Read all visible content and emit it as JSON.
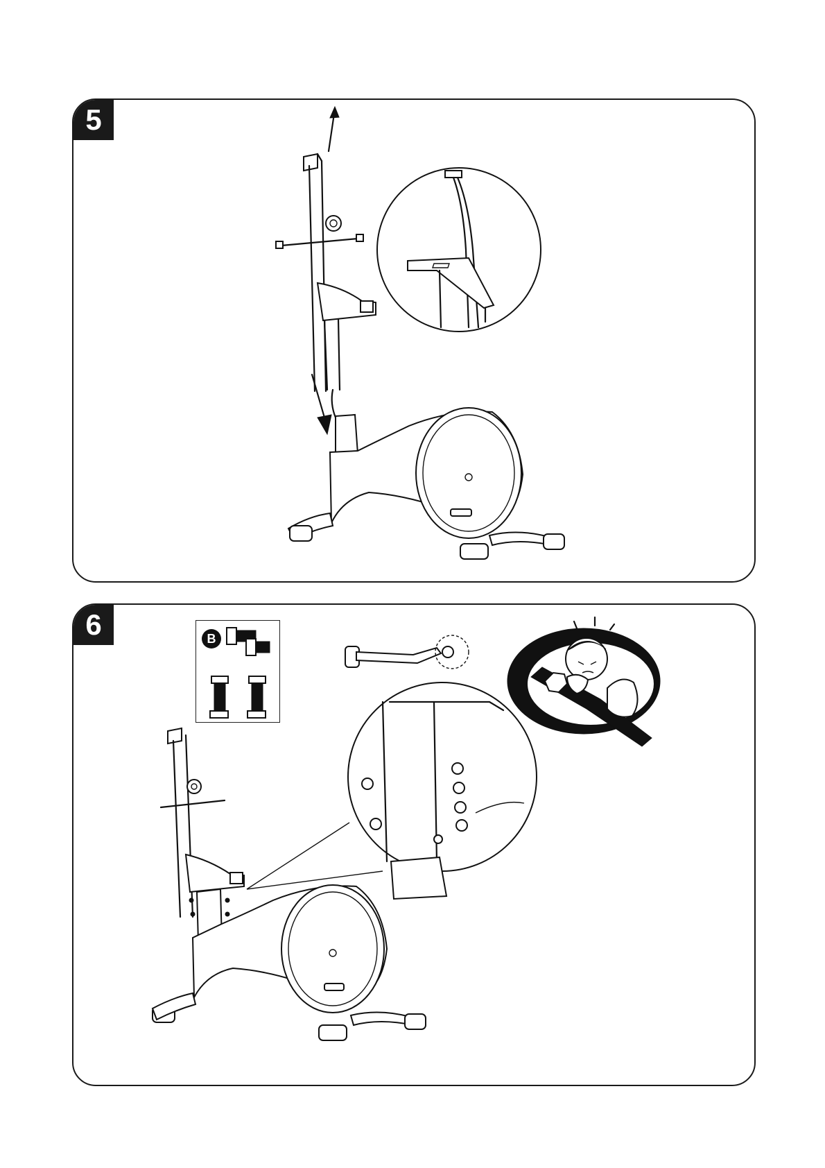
{
  "steps": [
    {
      "number": "5"
    },
    {
      "number": "6",
      "parts_label": "B"
    }
  ],
  "icons": [
    "elliptical-trainer-illustration",
    "cable-connector-detail",
    "bolt-detail",
    "allen-wrench-icon",
    "tighten-warning-icon"
  ]
}
